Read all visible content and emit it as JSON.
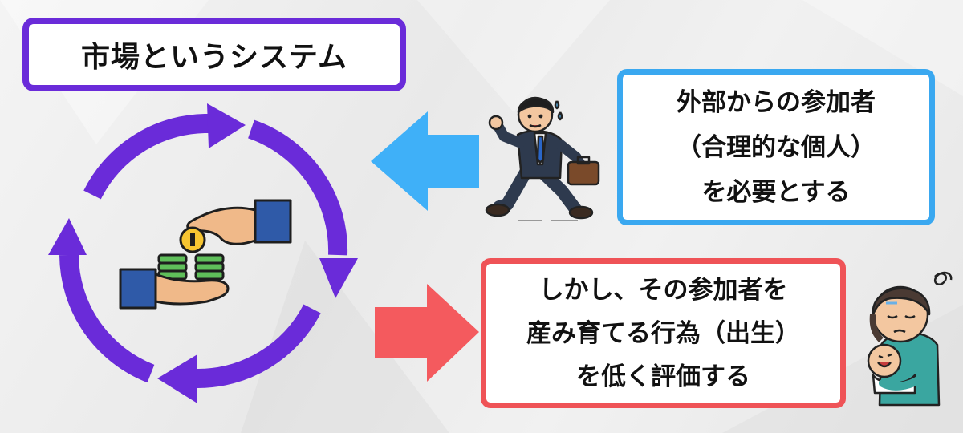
{
  "title": "市場というシステム",
  "outside_participants": {
    "lines": [
      "外部からの参加者",
      "（合理的な個人）",
      "を必要とする"
    ]
  },
  "birth": {
    "lines": [
      "しかし、その参加者を",
      "産み育てる行為（出生）",
      "を低く評価する"
    ]
  },
  "icons": {
    "cycle": "cycle-arrows-icon",
    "exchange": "money-exchange-hands-icon",
    "runner": "running-businessman-illustration",
    "parent": "tired-parent-holding-baby-illustration",
    "arrow_in": "left-arrow-icon",
    "arrow_out": "right-arrow-icon"
  },
  "colors": {
    "cycle": "#6a2bd9",
    "blue": "#3aa8f0",
    "red": "#ef5357",
    "arrow_blue": "#3fb0f8",
    "arrow_red": "#f45a5e"
  }
}
